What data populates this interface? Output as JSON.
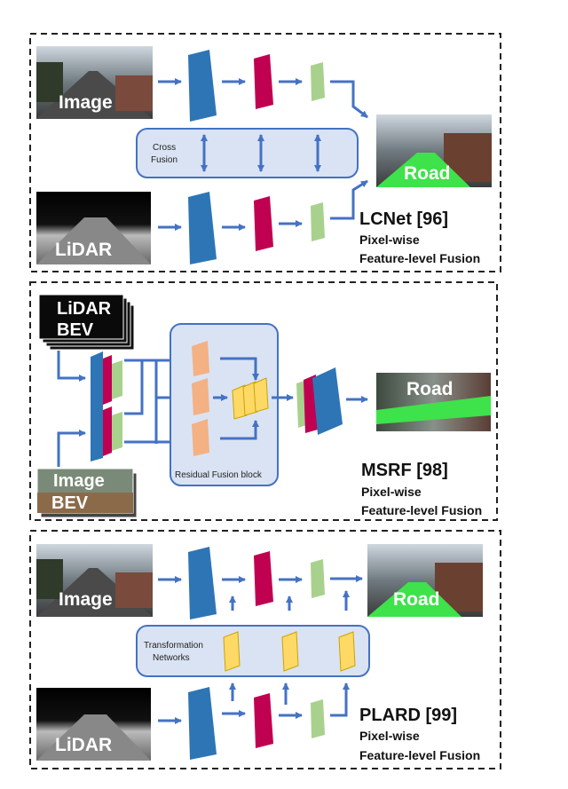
{
  "panels": [
    {
      "image_label": "Image",
      "lidar_label": "LiDAR",
      "fusion_label_line1": "Cross",
      "fusion_label_line2": "Fusion",
      "output_label": "Road",
      "method": "LCNet [96]",
      "desc_line1": "Pixel-wise",
      "desc_line2": "Feature-level Fusion"
    },
    {
      "lidar_label_line1": "LiDAR",
      "lidar_label_line2": "BEV",
      "image_label_line1": "Image",
      "image_label_line2": "BEV",
      "block_label": "Residual Fusion block",
      "output_label": "Road",
      "method": "MSRF [98]",
      "desc_line1": "Pixel-wise",
      "desc_line2": "Feature-level Fusion"
    },
    {
      "image_label": "Image",
      "lidar_label": "LiDAR",
      "networks_label_line1": "Transformation",
      "networks_label_line2": "Networks",
      "output_label": "Road",
      "method": "PLARD [99]",
      "desc_line1": "Pixel-wise",
      "desc_line2": "Feature-level Fusion"
    }
  ],
  "colors": {
    "arrow": "#4472C4",
    "blue_block": "#2E75B6",
    "red_block": "#C00050",
    "green_block": "#A9D18E",
    "orange_block": "#F4B183",
    "yellow_block": "#FFD966",
    "fusion_box_fill": "#DAE3F3",
    "road_green": "#3EE24A"
  }
}
